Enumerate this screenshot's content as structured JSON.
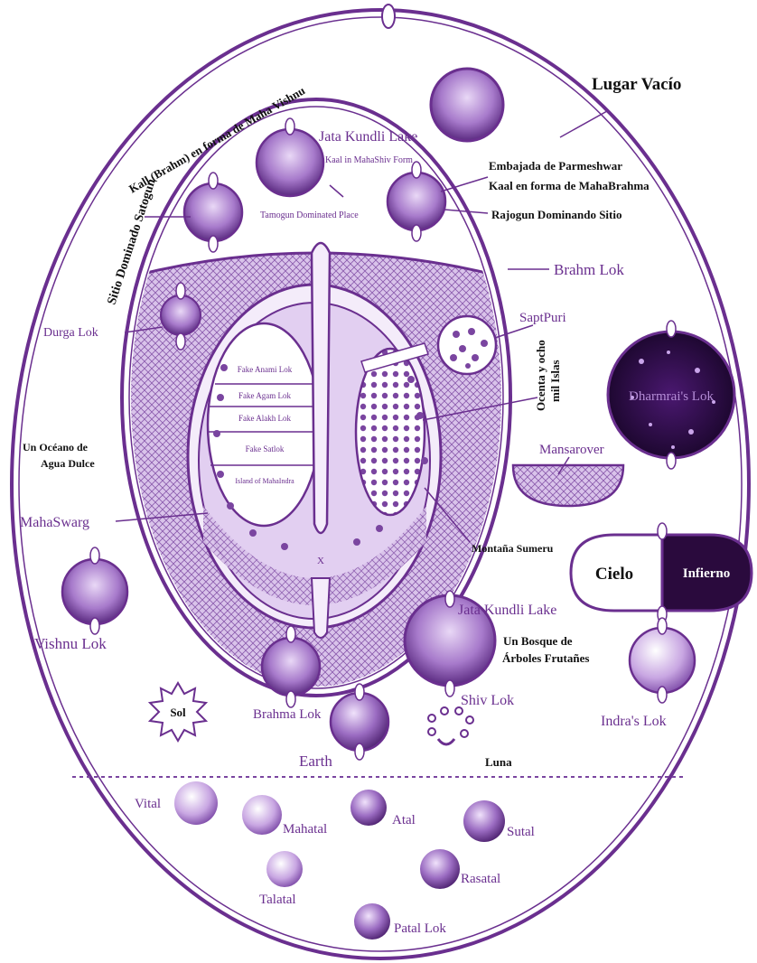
{
  "colors": {
    "primary": "#6a2f8f",
    "light": "#c8aee0",
    "pale": "#eadcf5",
    "dark": "#2a0a3d",
    "label_black": "#111111"
  },
  "labels": {
    "lugar_vacio": "Lugar Vacío",
    "kall_maha_vishnu": "Kall (Brahm) en forma de Maha Vishnu",
    "sitio_satogun": "Sitio Dominado Satogun",
    "jata_kundli_top": "Jata Kundli Lake",
    "kaal_mahashiv": "Kaal in MahaShiv Form",
    "tamogun": "Tamogun Dominated Place",
    "embajada": "Embajada de Parmeshwar",
    "kaal_mahabrahma": "Kaal en forma de MahaBrahma",
    "rajogun": "Rajogun Dominando Sitio",
    "brahm_lok": "Brahm Lok",
    "durga_lok": "Durga Lok",
    "saptpuri": "SaptPuri",
    "ochenta_1": "Ocenta y ocho",
    "ochenta_2": "mil Islas",
    "dharmrai": "Dharmrai's Lok",
    "mansarover": "Mansarover",
    "oceano_1": "Un Océano de",
    "oceano_2": "Agua Dulce",
    "mahaswarg": "MahaSwarg",
    "montana": "Montaña Sumeru",
    "cielo": "Cielo",
    "infierno": "Infierno",
    "jata_kundli_bottom": "Jata Kundli Lake",
    "bosque_1": "Un Bosque de",
    "bosque_2": "Árboles Frutañes",
    "shiv_lok": "Shiv Lok",
    "vishnu_lok": "Vishnu Lok",
    "sol": "Sol",
    "brahma_lok": "Brahma Lok",
    "earth": "Earth",
    "luna": "Luna",
    "indra_lok": "Indra's Lok",
    "fake_anami": "Fake Anami Lok",
    "fake_agam": "Fake Agam Lok",
    "fake_alakh": "Fake Alakh Lok",
    "fake_satlok": "Fake Satlok",
    "island_mahaindra": "Island of MahaIndra",
    "x_mark": "X"
  },
  "nether": {
    "vital": "Vital",
    "mahatal": "Mahatal",
    "atal": "Atal",
    "sutal": "Sutal",
    "talatal": "Talatal",
    "rasatal": "Rasatal",
    "patal": "Patal Lok"
  }
}
